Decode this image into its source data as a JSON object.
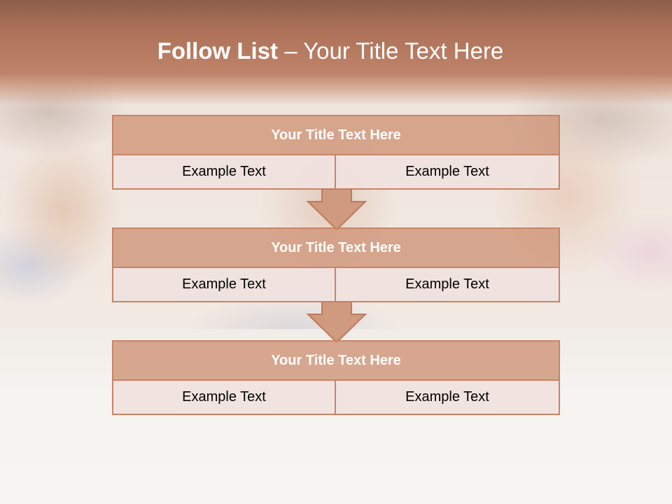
{
  "title": {
    "bold_part": "Follow List",
    "rest_part": " – Your Title Text Here"
  },
  "blocks": [
    {
      "heading": "Your Title Text Here",
      "cells": [
        "Example Text",
        "Example Text"
      ]
    },
    {
      "heading": "Your Title Text Here",
      "cells": [
        "Example Text",
        "Example Text"
      ]
    },
    {
      "heading": "Your Title Text Here",
      "cells": [
        "Example Text",
        "Example Text"
      ]
    }
  ],
  "colors": {
    "header": "#bf836a",
    "block_title_fill": "#d0967a",
    "block_border": "#c98466",
    "cell_fill": "#f0e2de",
    "arrow_fill": "#d09a7e"
  }
}
